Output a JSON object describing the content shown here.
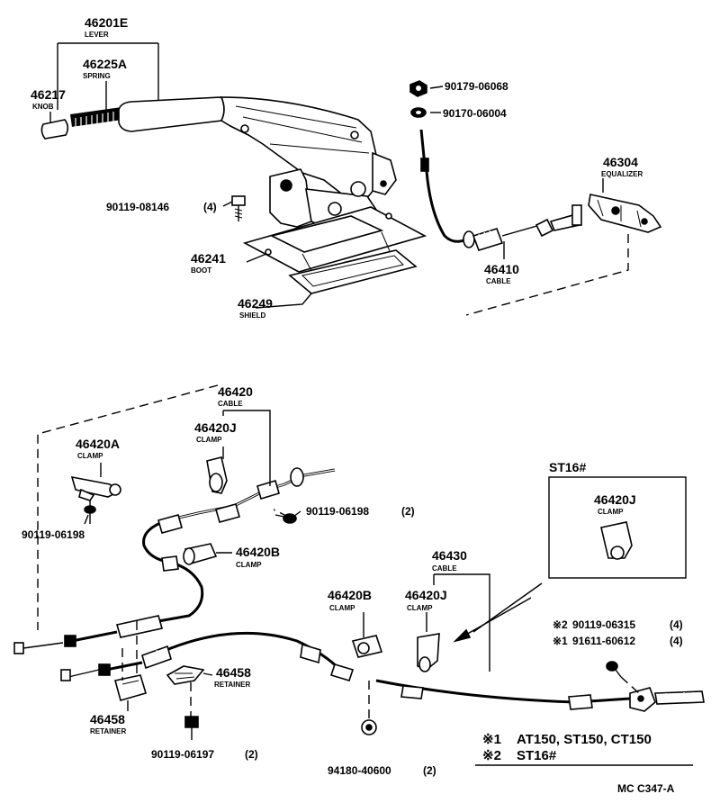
{
  "parts": {
    "lever": {
      "pn": "46201E",
      "name": "LEVER"
    },
    "spring": {
      "pn": "46225A",
      "name": "SPRING"
    },
    "knob": {
      "pn": "46217",
      "name": "KNOB"
    },
    "bolt_top": {
      "pn": "90119-08146",
      "qty": "(4)"
    },
    "boot": {
      "pn": "46241",
      "name": "BOOT"
    },
    "shield": {
      "pn": "46249",
      "name": "SHIELD"
    },
    "nut_top": {
      "pn": "90179-06068"
    },
    "washer_top": {
      "pn": "90170-06004"
    },
    "equalizer": {
      "pn": "46304",
      "name": "EQUALIZER"
    },
    "front_cable": {
      "pn": "46410",
      "name": "CABLE"
    },
    "cable_rh": {
      "pn": "46420",
      "name": "CABLE"
    },
    "clamp_j": {
      "pn": "46420J",
      "name": "CLAMP"
    },
    "clamp_a": {
      "pn": "46420A",
      "name": "CLAMP"
    },
    "bolt_clamp_a": {
      "pn": "90119-06198"
    },
    "bolt_clamp_j": {
      "pn": "90119-06198",
      "qty": "(2)"
    },
    "clamp_b": {
      "pn": "46420B",
      "name": "CLAMP"
    },
    "inset_title": "ST16#",
    "inset_clamp": {
      "pn": "46420J",
      "name": "CLAMP"
    },
    "cable_lh": {
      "pn": "46430",
      "name": "CABLE"
    },
    "clamp_b2": {
      "pn": "46420B",
      "name": "CLAMP"
    },
    "clamp_j2": {
      "pn": "46420J",
      "name": "CLAMP"
    },
    "bolt_x2": {
      "mark": "※2",
      "pn": "90119-06315",
      "qty": "(4)"
    },
    "bolt_x1": {
      "mark": "※1",
      "pn": "91611-60612",
      "qty": "(4)"
    },
    "retainer_upper": {
      "pn": "46458",
      "name": "RETAINER"
    },
    "retainer_lower": {
      "pn": "46458",
      "name": "RETAINER"
    },
    "bolt_bottom": {
      "pn": "90119-06197",
      "qty": "(2)"
    },
    "grommet": {
      "pn": "94180-40600",
      "qty": "(2)"
    }
  },
  "notes": {
    "note1": {
      "mark": "※1",
      "text": "AT150, ST150, CT150"
    },
    "note2": {
      "mark": "※2",
      "text": "ST16#"
    }
  },
  "ref_code": "MC C347-A"
}
